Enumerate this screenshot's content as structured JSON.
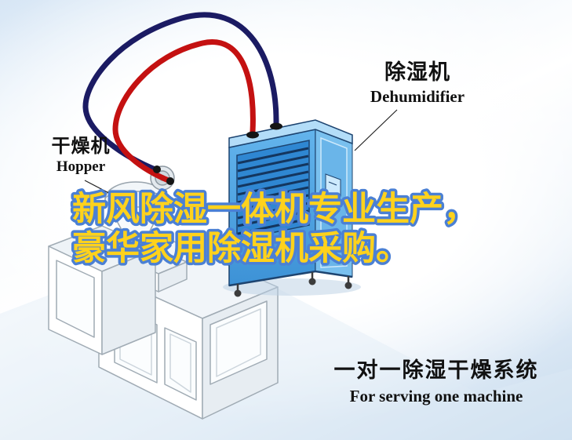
{
  "labels": {
    "dehumidifier": {
      "title_zh": "除湿机",
      "title_en": "Dehumidifier"
    },
    "hopper": {
      "title_zh": "干燥机",
      "title_en": "Hopper"
    }
  },
  "slogan": {
    "line1": "新风除湿一体机专业生产，",
    "line2": "豪华家用除湿机采购。",
    "text_color": "#ffd21c",
    "outline_color": "#4b80d4"
  },
  "caption": {
    "title_zh": "一对一除湿干燥系统",
    "subtitle_en": "For serving one machine"
  },
  "illustration": {
    "dehumidifier_body_color": "#4aa5e8",
    "blue_pipe_color": "#1b1b63",
    "red_pipe_color": "#c41111",
    "machine_line_color": "#a0abb4"
  }
}
